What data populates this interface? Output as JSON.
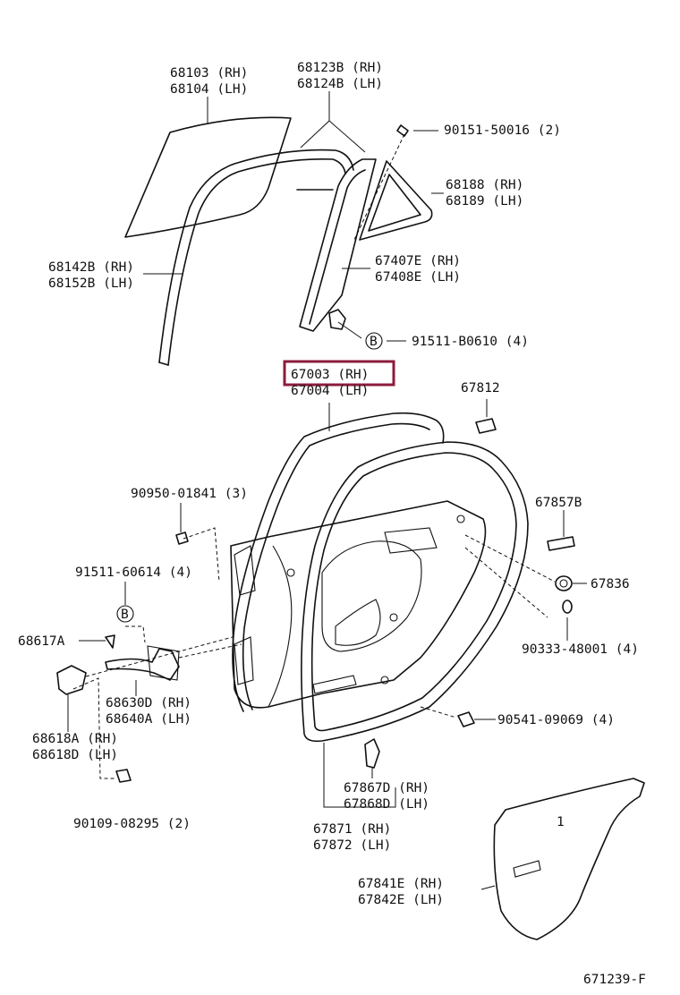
{
  "highlight_color": "#8b1c3c",
  "labels": {
    "p68103": "68103 (RH)",
    "p68104": "68104 (LH)",
    "p68123": "68123B (RH)",
    "p68124": "68124B (LH)",
    "p90151": "90151-50016 (2)",
    "p68188": "68188 (RH)",
    "p68189": "68189 (LH)",
    "p68142": "68142B (RH)",
    "p68152": "68152B (LH)",
    "p67407": "67407E (RH)",
    "p67408": "67408E (LH)",
    "markB": "B",
    "p91511b": "91511-B0610 (4)",
    "p67003": "67003 (RH)",
    "p67004": "67004 (LH)",
    "p67812": "67812",
    "p90950": "90950-01841 (3)",
    "p67857": "67857B",
    "p91511": "91511-60614 (4)",
    "p67836": "67836",
    "p68617": "68617A",
    "p90333": "90333-48001 (4)",
    "p68630": "68630D (RH)",
    "p68640": "68640A (LH)",
    "p68618a": "68618A (RH)",
    "p68618d": "68618D (LH)",
    "p90541": "90541-09069 (4)",
    "p67867": "67867D (RH)",
    "p67868": "67868D (LH)",
    "p90109": "90109-08295 (2)",
    "p67871": "67871 (RH)",
    "p67872": "67872 (LH)",
    "p67841": "67841E (RH)",
    "p67842": "67842E (LH)",
    "panel_mark": "1",
    "drawing_no": "671239-F"
  }
}
